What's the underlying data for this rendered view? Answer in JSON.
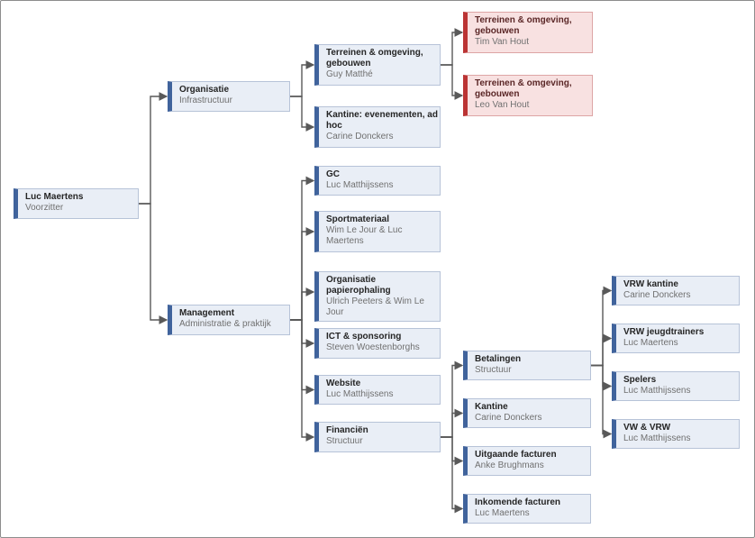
{
  "colors": {
    "node_blue_fill": "#e9eef6",
    "node_blue_border": "#b7c3d8",
    "node_blue_bar": "#40639c",
    "node_red_fill": "#f8e1e1",
    "node_red_border": "#dda5a5",
    "node_red_bar": "#bb3434",
    "title_blue": "#252525",
    "title_red": "#5a2626",
    "subtitle": "#707070",
    "connector": "#595959",
    "page_border": "#8c8c8c"
  },
  "nodes": [
    {
      "id": "root",
      "title": "Luc Maertens",
      "subtitle": "Voorzitter",
      "variant": "blue"
    },
    {
      "id": "organisatie",
      "title": "Organisatie",
      "subtitle": "Infrastructuur",
      "variant": "blue"
    },
    {
      "id": "management",
      "title": "Management",
      "subtitle": "Administratie & praktijk",
      "variant": "blue"
    },
    {
      "id": "terreinen-guy",
      "title": "Terreinen & omgeving, gebouwen",
      "subtitle": "Guy Matthé",
      "variant": "blue"
    },
    {
      "id": "kantine-adhoc",
      "title": "Kantine: evenementen, ad hoc",
      "subtitle": "Carine Donckers",
      "variant": "blue"
    },
    {
      "id": "terreinen-tim",
      "title": "Terreinen & omgeving, gebouwen",
      "subtitle": "Tim Van Hout",
      "variant": "red"
    },
    {
      "id": "terreinen-leo",
      "title": "Terreinen & omgeving, gebouwen",
      "subtitle": "Leo Van Hout",
      "variant": "red"
    },
    {
      "id": "gc",
      "title": "GC",
      "subtitle": "Luc Matthijssens",
      "variant": "blue"
    },
    {
      "id": "sportmateriaal",
      "title": "Sportmateriaal",
      "subtitle": "Wim Le Jour & Luc Maertens",
      "variant": "blue"
    },
    {
      "id": "papierophaling",
      "title": "Organisatie papierophaling",
      "subtitle": "Ulrich Peeters & Wim Le Jour",
      "variant": "blue"
    },
    {
      "id": "ict",
      "title": "ICT & sponsoring",
      "subtitle": "Steven Woestenborghs",
      "variant": "blue"
    },
    {
      "id": "website",
      "title": "Website",
      "subtitle": "Luc Matthijssens",
      "variant": "blue"
    },
    {
      "id": "financien",
      "title": "Financiën",
      "subtitle": "Structuur",
      "variant": "blue"
    },
    {
      "id": "betalingen",
      "title": "Betalingen",
      "subtitle": "Structuur",
      "variant": "blue"
    },
    {
      "id": "kantine-fin",
      "title": "Kantine",
      "subtitle": "Carine Donckers",
      "variant": "blue"
    },
    {
      "id": "uitgaande",
      "title": "Uitgaande facturen",
      "subtitle": "Anke Brughmans",
      "variant": "blue"
    },
    {
      "id": "inkomende",
      "title": "Inkomende facturen",
      "subtitle": "Luc Maertens",
      "variant": "blue"
    },
    {
      "id": "vrw-kantine",
      "title": "VRW kantine",
      "subtitle": "Carine Donckers",
      "variant": "blue"
    },
    {
      "id": "vrw-jeugdtrainers",
      "title": "VRW jeugdtrainers",
      "subtitle": "Luc Maertens",
      "variant": "blue"
    },
    {
      "id": "spelers",
      "title": "Spelers",
      "subtitle": "Luc Matthijssens",
      "variant": "blue"
    },
    {
      "id": "vw-vrw",
      "title": "VW & VRW",
      "subtitle": "Luc Matthijssens",
      "variant": "blue"
    }
  ],
  "edges": [
    {
      "from": "root",
      "to": "organisatie"
    },
    {
      "from": "root",
      "to": "management"
    },
    {
      "from": "organisatie",
      "to": "terreinen-guy"
    },
    {
      "from": "organisatie",
      "to": "kantine-adhoc"
    },
    {
      "from": "terreinen-guy",
      "to": "terreinen-tim"
    },
    {
      "from": "terreinen-guy",
      "to": "terreinen-leo"
    },
    {
      "from": "management",
      "to": "gc"
    },
    {
      "from": "management",
      "to": "sportmateriaal"
    },
    {
      "from": "management",
      "to": "papierophaling"
    },
    {
      "from": "management",
      "to": "ict"
    },
    {
      "from": "management",
      "to": "website"
    },
    {
      "from": "management",
      "to": "financien"
    },
    {
      "from": "financien",
      "to": "betalingen"
    },
    {
      "from": "financien",
      "to": "kantine-fin"
    },
    {
      "from": "financien",
      "to": "uitgaande"
    },
    {
      "from": "financien",
      "to": "inkomende"
    },
    {
      "from": "betalingen",
      "to": "vrw-kantine"
    },
    {
      "from": "betalingen",
      "to": "vrw-jeugdtrainers"
    },
    {
      "from": "betalingen",
      "to": "spelers"
    },
    {
      "from": "betalingen",
      "to": "vw-vrw"
    }
  ]
}
